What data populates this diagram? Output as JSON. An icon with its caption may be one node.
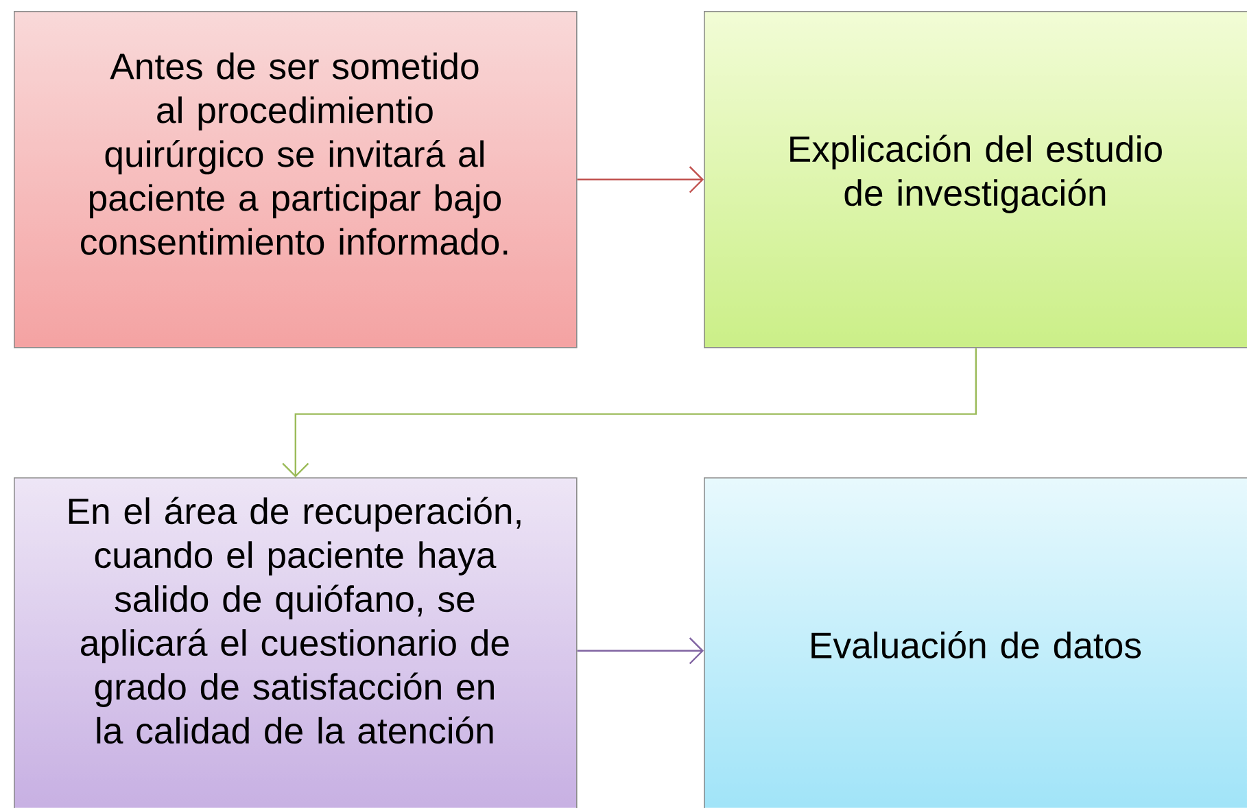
{
  "diagram": {
    "nodes": [
      {
        "text": [
          "Antes de ser sometido al procedimientio quirúrgico se invitará al paciente a participar bajo consentimiento informado."
        ]
      },
      {
        "text": [
          "Explicación del estudio de investigación"
        ]
      },
      {
        "text": [
          "En el área de recuperación, cuando el paciente haya salido de quiófano, se aplicará el cuestionario de grado de satisfacción en la calidad de la atención"
        ]
      },
      {
        "text": [
          "Evaluación de datos"
        ]
      }
    ],
    "edges": [
      {
        "from": 0,
        "to": 1,
        "arrow": "to",
        "color": "#c0504d"
      },
      {
        "from": 1,
        "to": 2,
        "arrow": "to",
        "color": "#9bbb59"
      },
      {
        "from": 2,
        "to": 3,
        "arrow": "to",
        "color": "#8064a2"
      }
    ]
  }
}
